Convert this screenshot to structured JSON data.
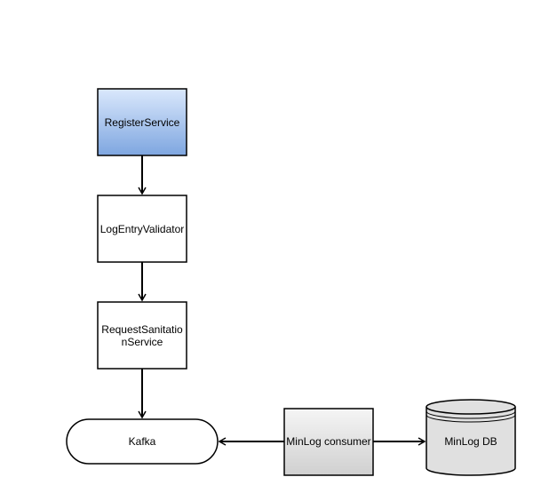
{
  "nodes": {
    "register_service": {
      "label": "RegisterService"
    },
    "log_entry_validator": {
      "label": "LogEntryValidator"
    },
    "request_sanitation_service": {
      "label_line1": "RequestSanitatio",
      "label_line2": "nService"
    },
    "kafka": {
      "label": "Kafka"
    },
    "minlog_consumer": {
      "label": "MinLog consumer"
    },
    "minlog_db": {
      "label": "MinLog DB"
    }
  },
  "colors": {
    "register_fill_top": "#dae8fc",
    "register_fill_bottom": "#7ea6e0",
    "consumer_fill_top": "#f5f5f5",
    "consumer_fill_bottom": "#d0d0d0",
    "db_fill": "#e0e0e0",
    "stroke": "#000000"
  }
}
